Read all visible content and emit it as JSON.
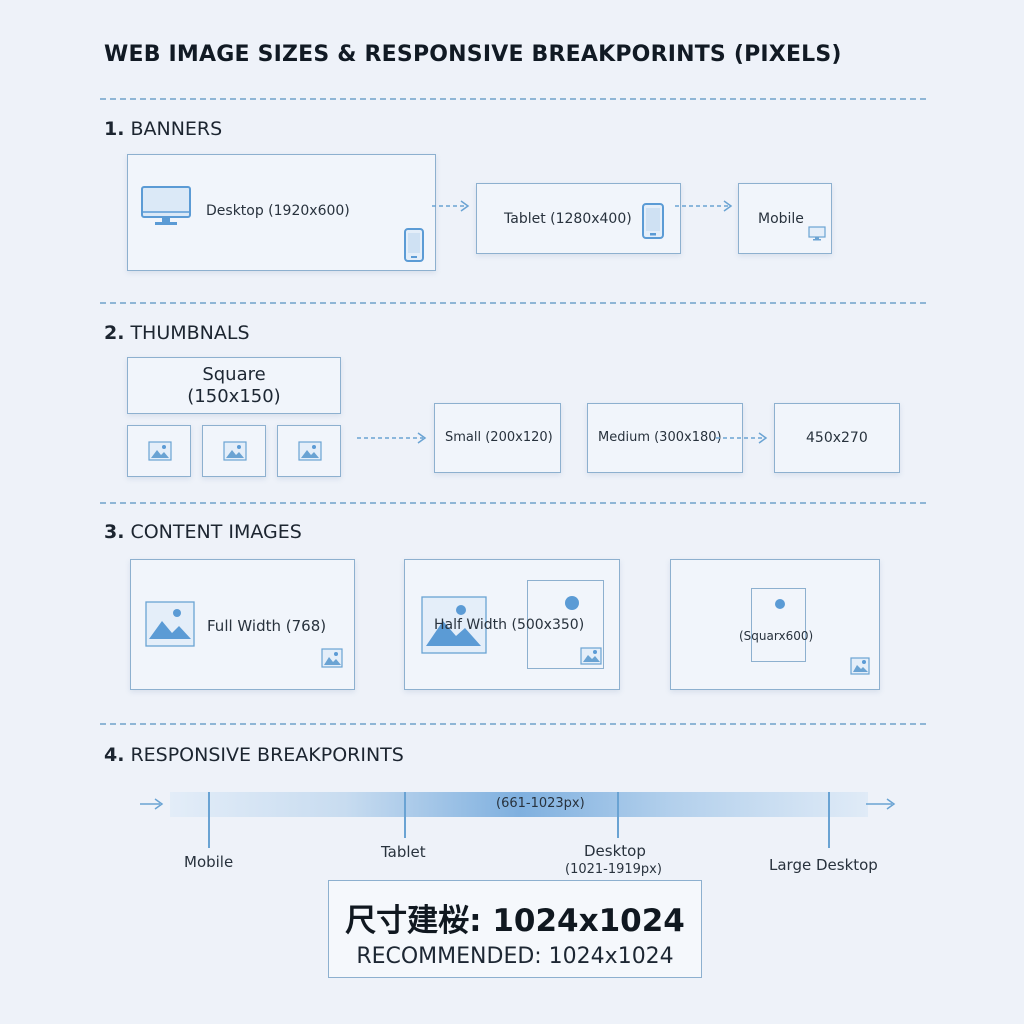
{
  "title": "WEB IMAGE SIZES & RESPONSIVE BREAKPORINTS (PIXELS)",
  "sections": {
    "banners": {
      "number": "1.",
      "heading": "BANNERS",
      "desktop": "Desktop (1920x600)",
      "tablet": "Tablet (1280x400)",
      "mobile": "Mobile"
    },
    "thumbnails": {
      "number": "2.",
      "heading": "THUMBNALS",
      "square_line1": "Square",
      "square_line2": "(150x150)",
      "small": "Small (200x120)",
      "medium": "Medium (300x180)",
      "large": "450x270"
    },
    "content": {
      "number": "3.",
      "heading": "CONTENT IMAGES",
      "full_width": "Full Width (768)",
      "half_width": "Half Width (500x350)",
      "square": "(Squarx600)"
    },
    "breakpoints": {
      "number": "4.",
      "heading": "RESPONSIVE BREAKPORINTS",
      "range_top": "(661-1023px)",
      "mobile": "Mobile",
      "tablet": "Tablet",
      "desktop": "Desktop",
      "desktop_range": "(1021-1919px)",
      "large_desktop": "Large Desktop"
    }
  },
  "recommendation": {
    "cn": "尺寸建桜: 1024x1024",
    "en": "RECOMMENDED: 1024x1024"
  },
  "colors": {
    "accent": "#5b9bd5",
    "border": "#8db0cf",
    "background": "#eef2f9",
    "divider": "#8fb6d6"
  }
}
